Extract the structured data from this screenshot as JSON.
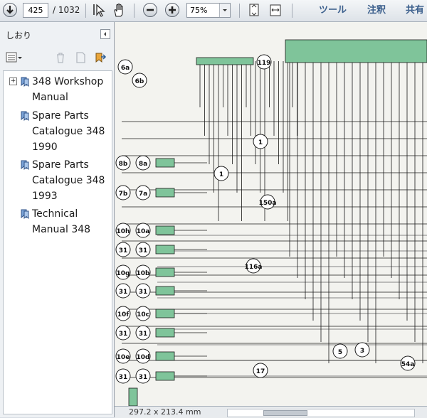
{
  "toolbar": {
    "page_current": "425",
    "page_total": "/ 1032",
    "zoom": "75%",
    "tools_label": "ツール",
    "comment_label": "注釈",
    "share_label": "共有"
  },
  "sidebar": {
    "title": "しおり",
    "items": [
      {
        "label": "348 Workshop Manual"
      },
      {
        "label": "Spare Parts Catalogue 348 1990"
      },
      {
        "label": "Spare Parts Catalogue 348 1993"
      },
      {
        "label": "Technical Manual 348"
      }
    ]
  },
  "document": {
    "connectors": [
      {
        "label": "6a"
      },
      {
        "label": "6b"
      },
      {
        "label": "119"
      },
      {
        "label": "1"
      },
      {
        "label": "1"
      },
      {
        "label": "8b"
      },
      {
        "label": "8a"
      },
      {
        "label": "7b"
      },
      {
        "label": "7a"
      },
      {
        "label": "150a"
      },
      {
        "label": "10h"
      },
      {
        "label": "10a"
      },
      {
        "label": "31"
      },
      {
        "label": "31"
      },
      {
        "label": "116a"
      },
      {
        "label": "10g"
      },
      {
        "label": "10b"
      },
      {
        "label": "31"
      },
      {
        "label": "31"
      },
      {
        "label": "10f"
      },
      {
        "label": "10c"
      },
      {
        "label": "31"
      },
      {
        "label": "31"
      },
      {
        "label": "10e"
      },
      {
        "label": "10d"
      },
      {
        "label": "31"
      },
      {
        "label": "31"
      },
      {
        "label": "17"
      },
      {
        "label": "5"
      },
      {
        "label": "3"
      },
      {
        "label": "54a"
      }
    ]
  },
  "status": {
    "page_size": "297.2 x 213.4 mm"
  },
  "colors": {
    "accent": "#3b5f8c",
    "connector_fill": "#7fc49a",
    "wire": "#1a1a1a"
  }
}
